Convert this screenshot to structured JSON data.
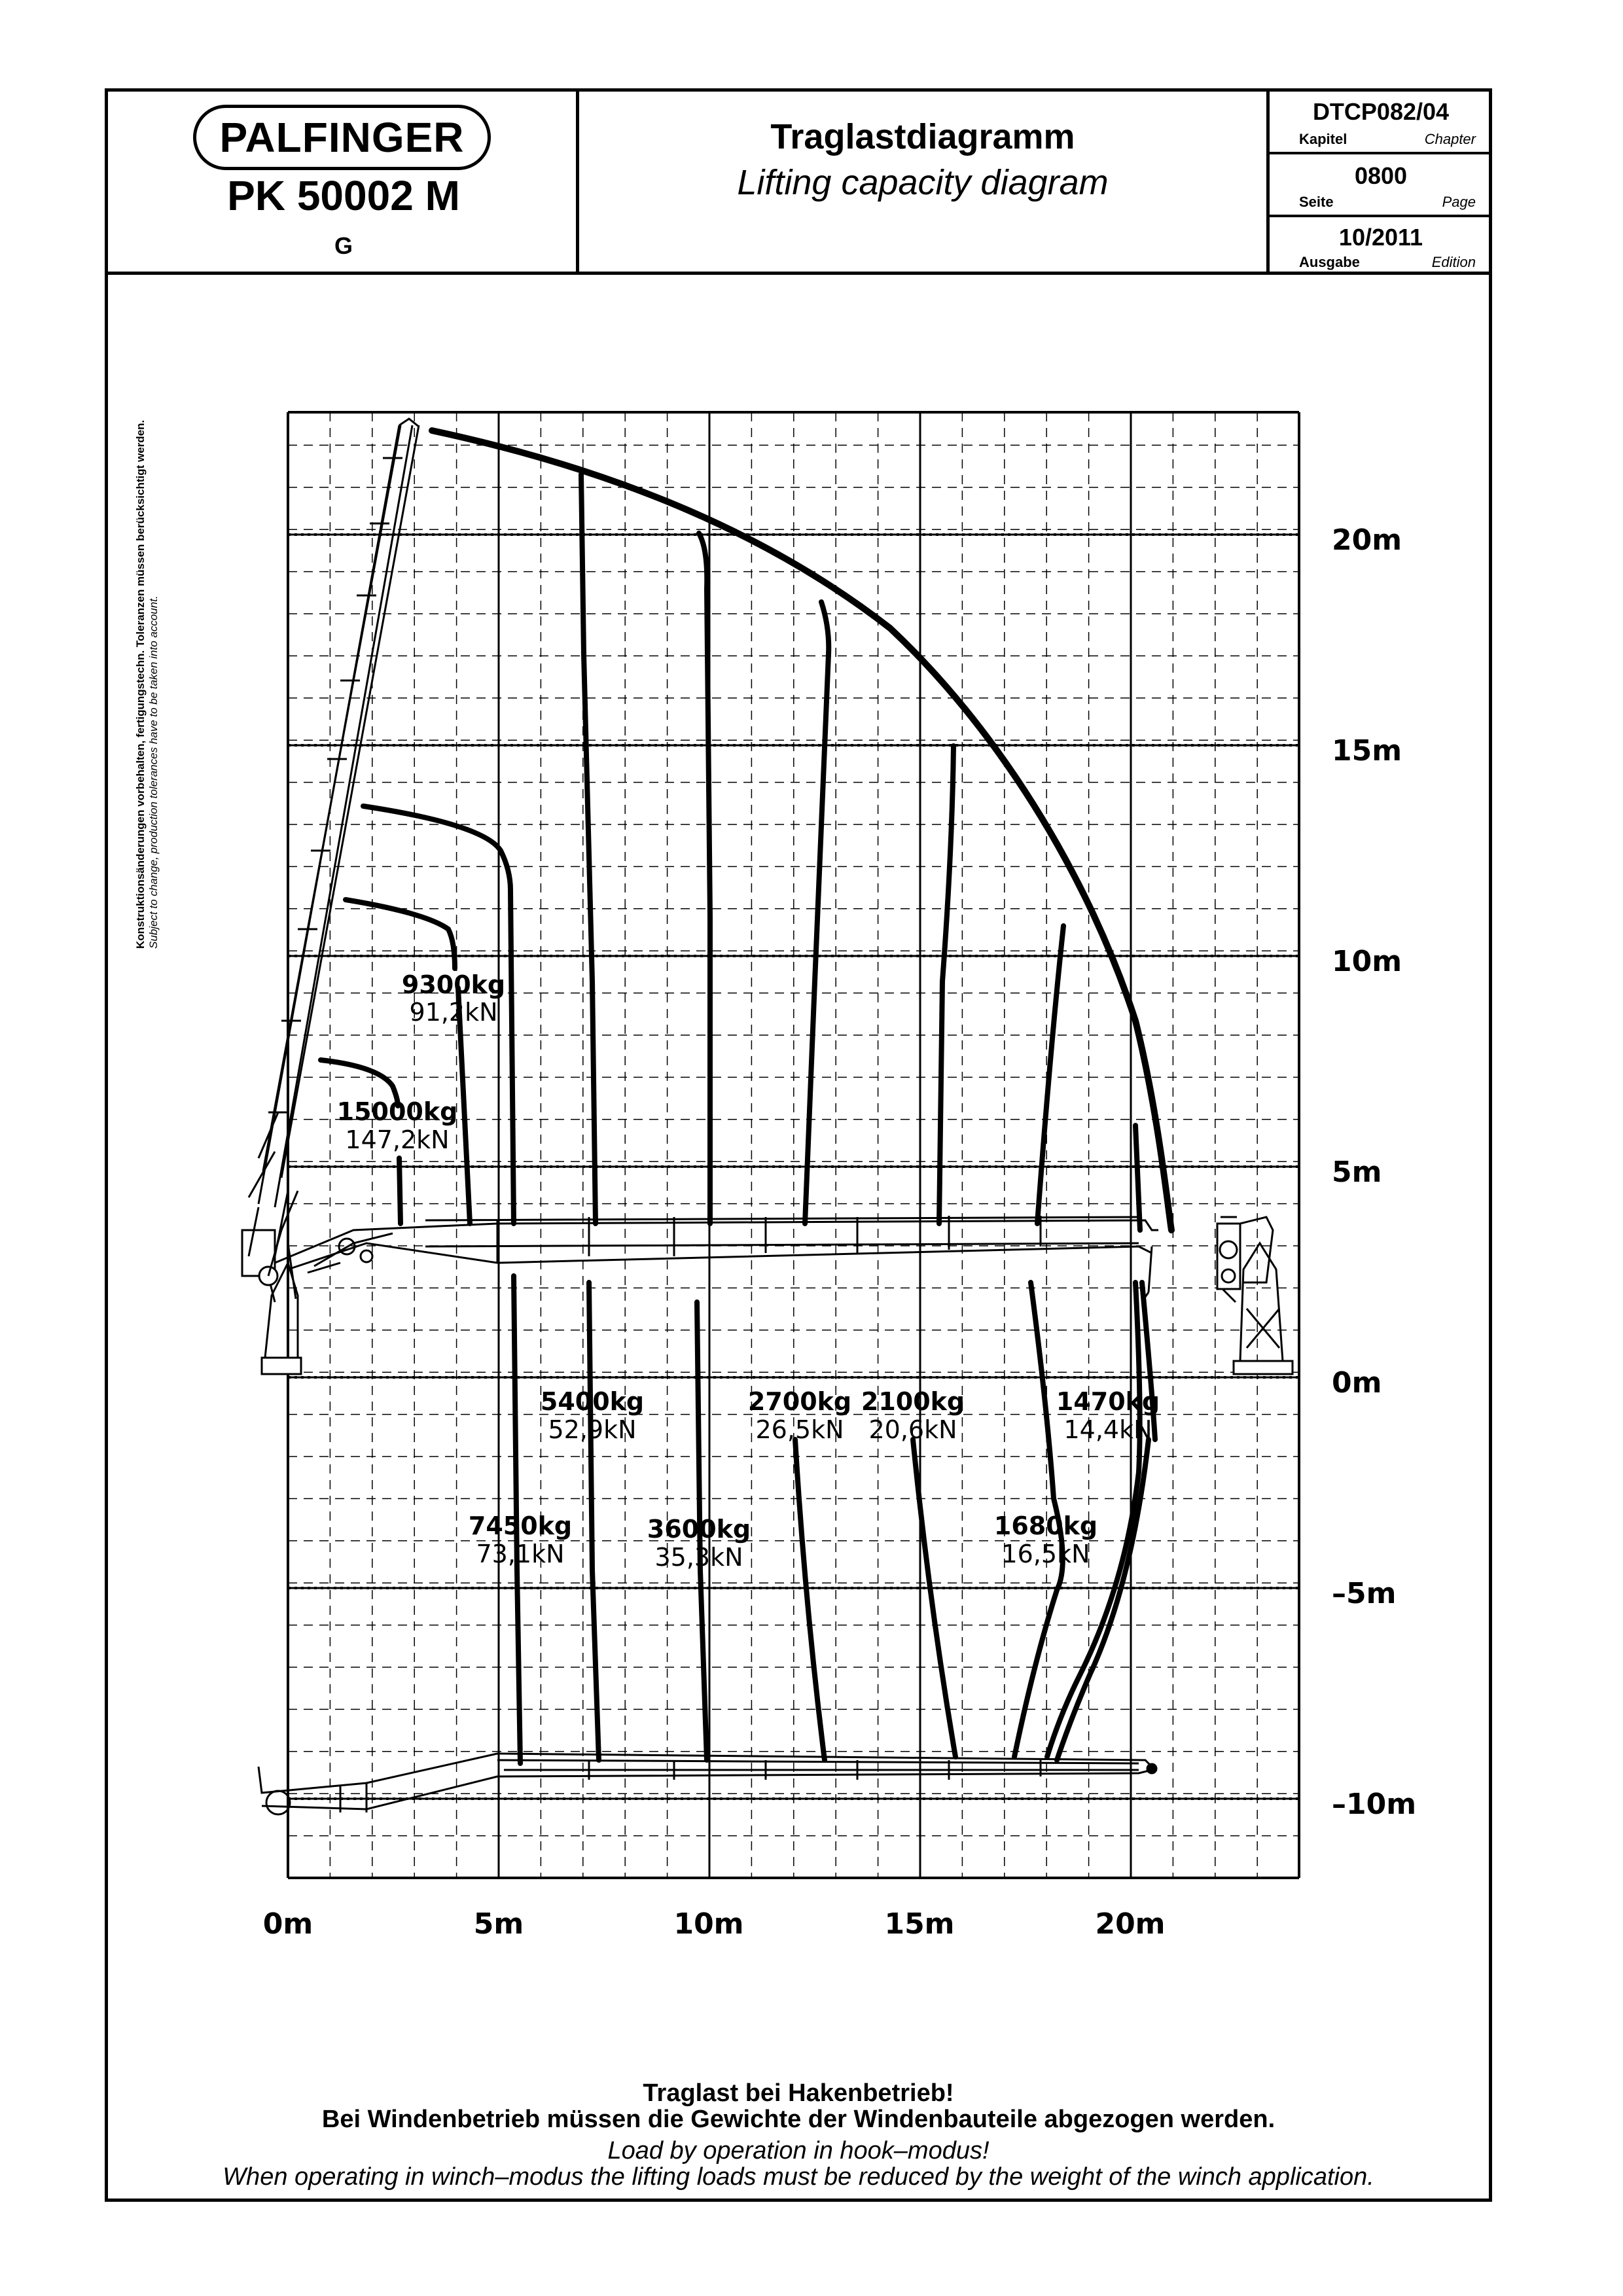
{
  "header": {
    "brand": "PALFINGER",
    "model": "PK 50002 M",
    "variant": "G",
    "title_de": "Traglastdiagramm",
    "title_en": "Lifting capacity diagram",
    "doc_number": "DTCP082/04",
    "chapter_label_de": "Kapitel",
    "chapter_label_en": "Chapter",
    "page_value": "0800",
    "page_label_de": "Seite",
    "page_label_en": "Page",
    "edition_value": "10/2011",
    "edition_label_de": "Ausgabe",
    "edition_label_en": "Edition"
  },
  "side_note": {
    "de": "Konstruktionsänderungen vorbehalten, fertigungstechn. Toleranzen müssen berücksichtigt werden.",
    "en": "Subject to change, production tolerances have to be taken into account."
  },
  "diagram": {
    "x_axis_labels": [
      "0m",
      "5m",
      "10m",
      "15m",
      "20m"
    ],
    "y_axis_labels": [
      "20m",
      "15m",
      "10m",
      "5m",
      "0m",
      "–5m",
      "–10m"
    ],
    "load_labels": [
      {
        "kg": "15000kg",
        "kn": "147,2kN"
      },
      {
        "kg": "9300kg",
        "kn": "91,2kN"
      },
      {
        "kg": "7450kg",
        "kn": "73,1kN"
      },
      {
        "kg": "5400kg",
        "kn": "52,9kN"
      },
      {
        "kg": "3600kg",
        "kn": "35,3kN"
      },
      {
        "kg": "2700kg",
        "kn": "26,5kN"
      },
      {
        "kg": "2100kg",
        "kn": "20,6kN"
      },
      {
        "kg": "1680kg",
        "kn": "16,5kN"
      },
      {
        "kg": "1470kg",
        "kn": "14,4kN"
      }
    ]
  },
  "footer": {
    "line1_de": "Traglast bei Hakenbetrieb!",
    "line2_de": "Bei Windenbetrieb müssen die Gewichte der Windenbauteile abgezogen werden.",
    "line1_en": "Load by operation in hook–modus!",
    "line2_en": "When operating in winch–modus the lifting loads must be reduced by the weight of the winch application."
  }
}
